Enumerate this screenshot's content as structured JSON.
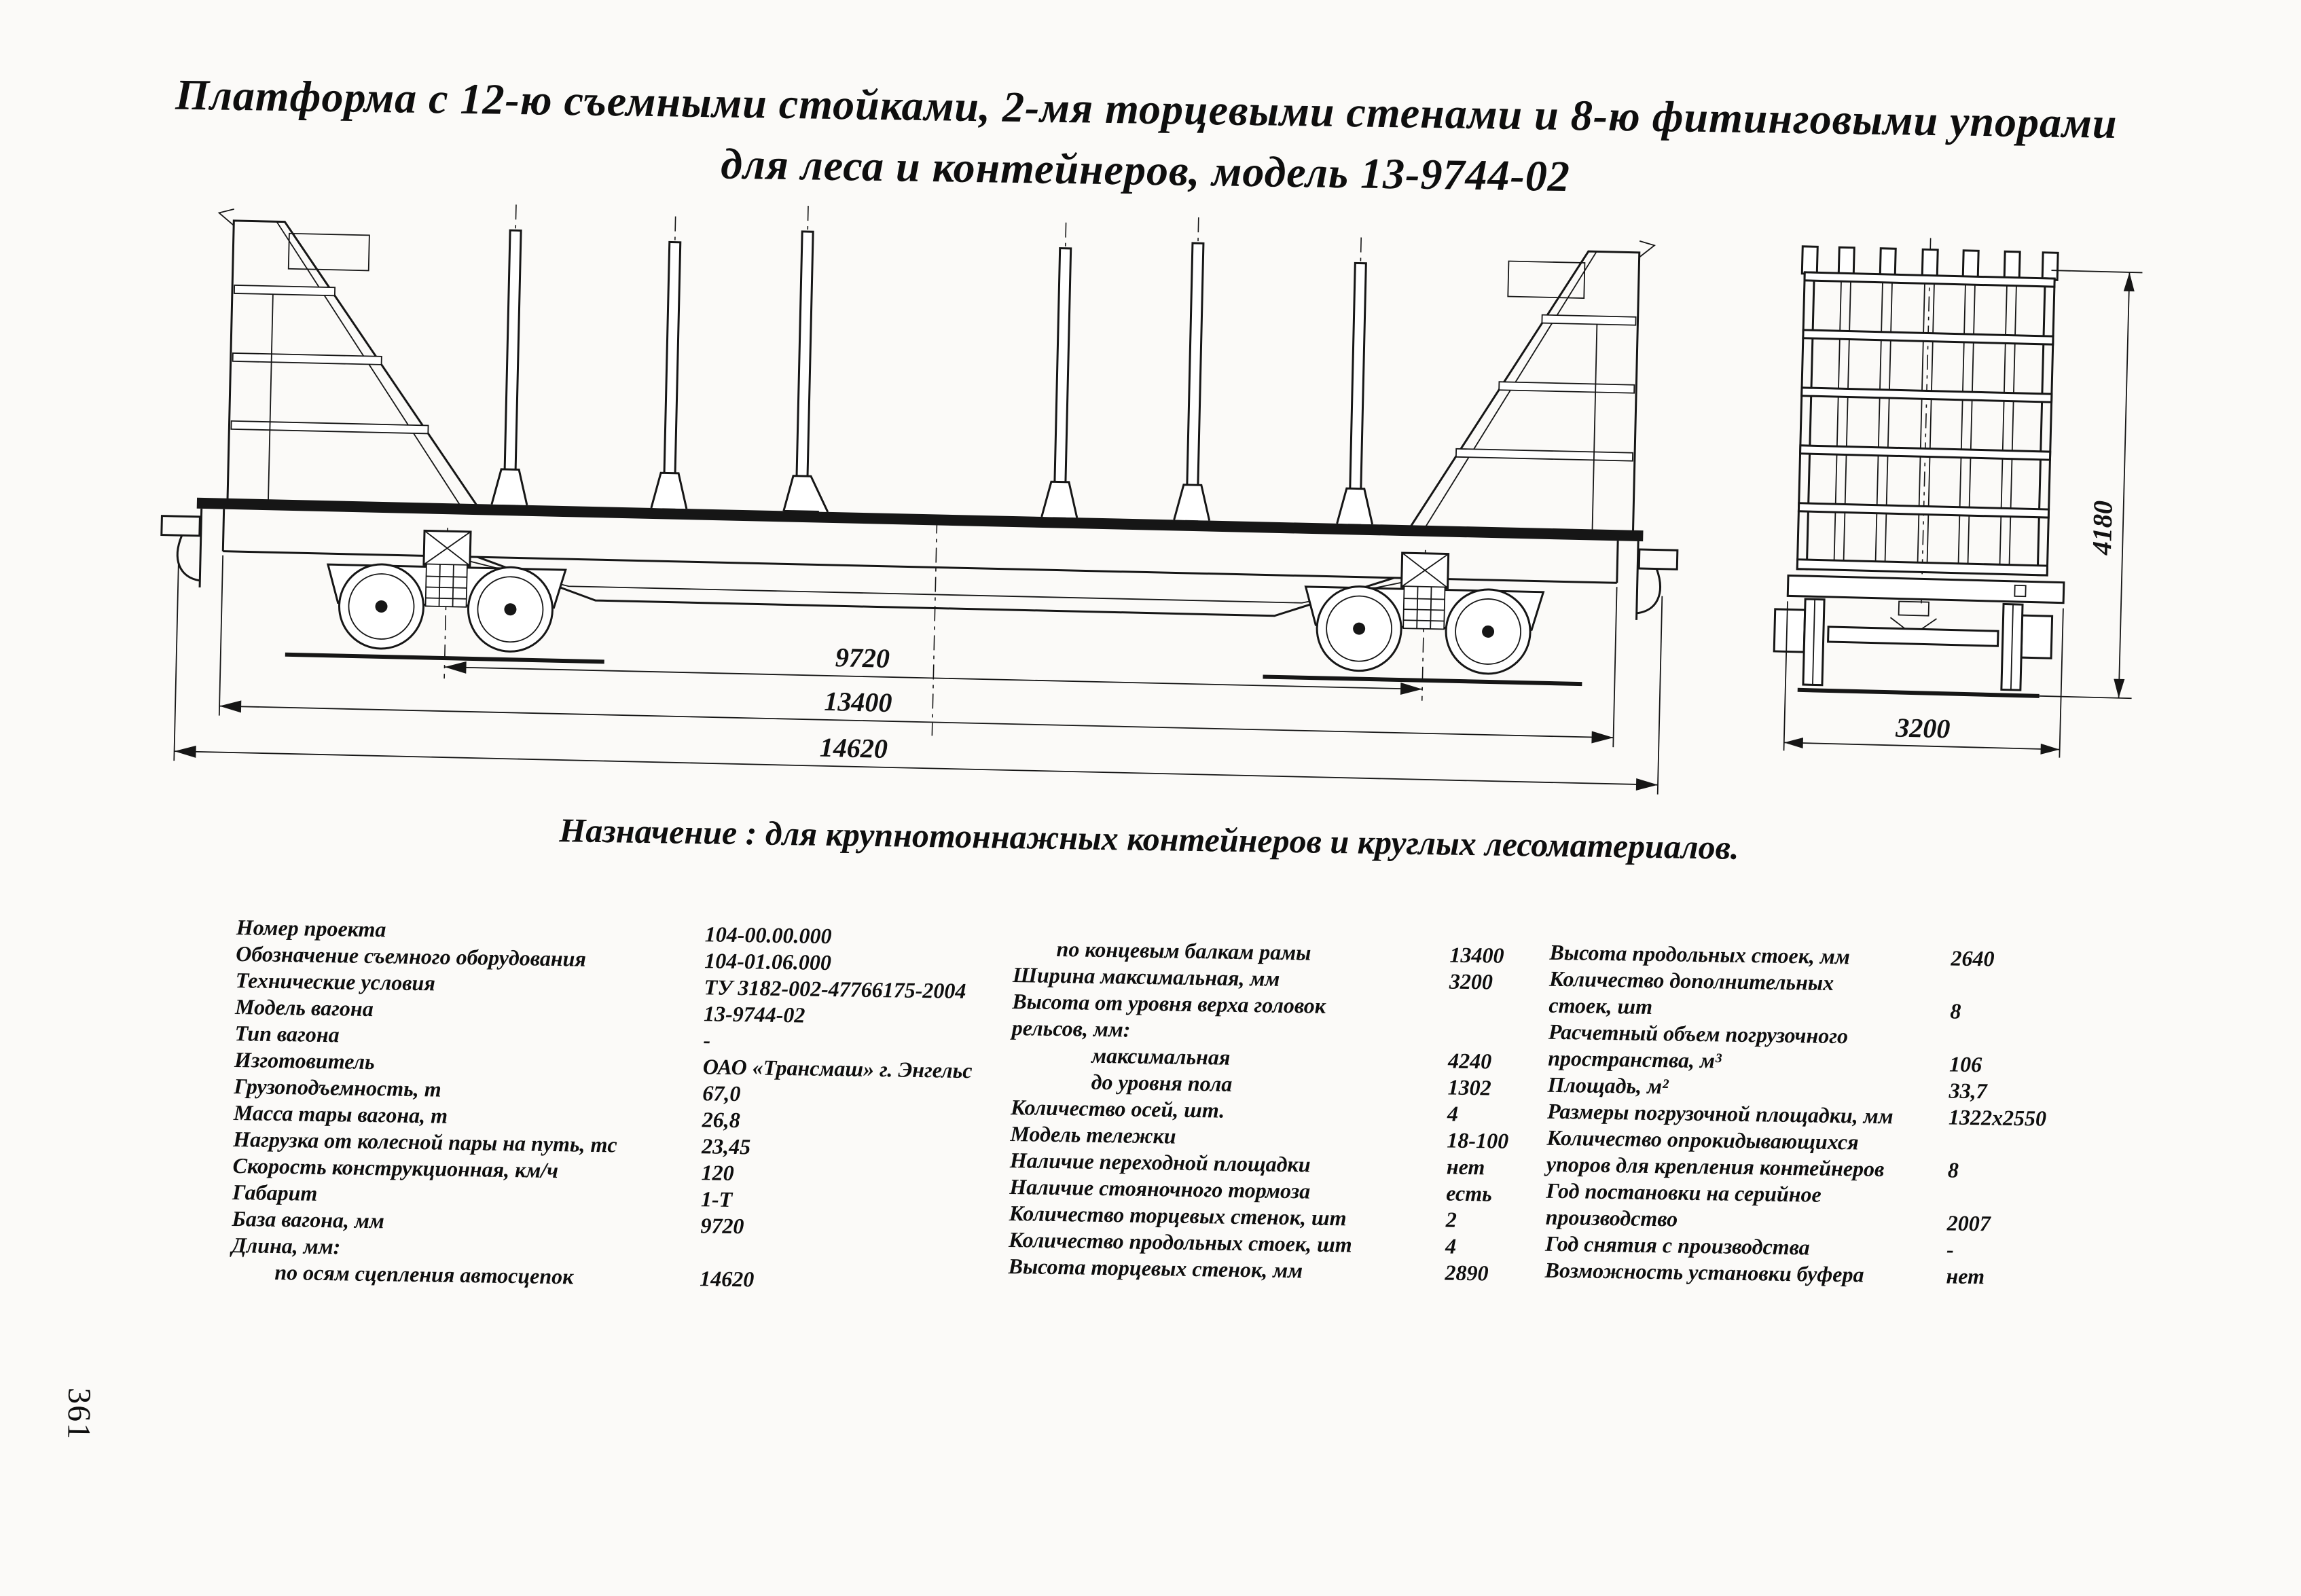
{
  "page": {
    "page_number": "361",
    "title_line1": "Платформа с 12-ю съемными стойками, 2-мя торцевыми стенами и 8-ю фитинговыми упорами",
    "title_line2": "для леса и контейнеров, модель 13-9744-02",
    "purpose": "Назначение : для крупнотоннажных контейнеров и круглых лесоматериалов."
  },
  "drawing": {
    "side_view": {
      "base_mm": "9720",
      "frame_end_beams_mm": "13400",
      "coupler_length_mm": "14620"
    },
    "end_view": {
      "height_mm": "4180",
      "width_mm": "3200"
    }
  },
  "specs": {
    "col1": [
      {
        "l": "Номер проекта",
        "v": "104-00.00.000",
        "i": 0
      },
      {
        "l": "Обозначение съемного оборудования",
        "v": "104-01.06.000",
        "i": 0
      },
      {
        "l": "Технические условия",
        "v": "ТУ 3182-002-47766175-2004",
        "i": 0
      },
      {
        "l": "Модель вагона",
        "v": "13-9744-02",
        "i": 0
      },
      {
        "l": "Тип вагона",
        "v": "-",
        "i": 0
      },
      {
        "l": "Изготовитель",
        "v": "ОАО «Трансмаш» г. Энгельс",
        "i": 0
      },
      {
        "l": "Грузоподъемность, т",
        "v": "67,0",
        "i": 0
      },
      {
        "l": "Масса тары вагона, т",
        "v": "26,8",
        "i": 0
      },
      {
        "l": "Нагрузка от колесной пары на путь, тс",
        "v": "23,45",
        "i": 0
      },
      {
        "l": "Скорость конструкционная, км/ч",
        "v": "120",
        "i": 0
      },
      {
        "l": "Габарит",
        "v": "1-Т",
        "i": 0
      },
      {
        "l": "База вагона, мм",
        "v": "9720",
        "i": 0
      },
      {
        "l": "Длина, мм:",
        "v": "",
        "i": 0
      },
      {
        "l": "по осям сцепления автосцепок",
        "v": "14620",
        "i": 1
      }
    ],
    "col2": [
      {
        "l": "по концевым балкам рамы",
        "v": "13400",
        "i": 1
      },
      {
        "l": "Ширина максимальная, мм",
        "v": "3200",
        "i": 0
      },
      {
        "l": "Высота от уровня верха головок",
        "v": "",
        "i": 0
      },
      {
        "l": "рельсов, мм:",
        "v": "",
        "i": 0
      },
      {
        "l": "максимальная",
        "v": "4240",
        "i": 2
      },
      {
        "l": "до уровня пола",
        "v": "1302",
        "i": 2
      },
      {
        "l": "Количество осей, шт.",
        "v": "4",
        "i": 0
      },
      {
        "l": "Модель тележки",
        "v": "18-100",
        "i": 0
      },
      {
        "l": "Наличие переходной площадки",
        "v": "нет",
        "i": 0
      },
      {
        "l": "Наличие стояночного тормоза",
        "v": "есть",
        "i": 0
      },
      {
        "l": "Количество торцевых стенок, шт",
        "v": "2",
        "i": 0
      },
      {
        "l": "Количество продольных стоек, шт",
        "v": "4",
        "i": 0
      },
      {
        "l": "Высота торцевых стенок, мм",
        "v": "2890",
        "i": 0
      }
    ],
    "col3": [
      {
        "l": "Высота продольных стоек, мм",
        "v": "2640",
        "i": 0
      },
      {
        "l": "Количество дополнительных",
        "v": "",
        "i": 0
      },
      {
        "l": "стоек, шт",
        "v": "8",
        "i": 0
      },
      {
        "l": "Расчетный объем погрузочного",
        "v": "",
        "i": 0
      },
      {
        "l": "пространства, м³",
        "v": "106",
        "i": 0
      },
      {
        "l": "Площадь, м²",
        "v": "33,7",
        "i": 0
      },
      {
        "l": "Размеры погрузочной площадки, мм",
        "v": "1322х2550",
        "i": 0
      },
      {
        "l": "Количество опрокидывающихся",
        "v": "",
        "i": 0
      },
      {
        "l": "упоров для крепления контейнеров",
        "v": "8",
        "i": 0
      },
      {
        "l": "Год постановки на серийное",
        "v": "",
        "i": 0
      },
      {
        "l": "производство",
        "v": "2007",
        "i": 0
      },
      {
        "l": "Год снятия с производства",
        "v": "-",
        "i": 0
      },
      {
        "l": "Возможность установки буфера",
        "v": "нет",
        "i": 0
      }
    ]
  }
}
